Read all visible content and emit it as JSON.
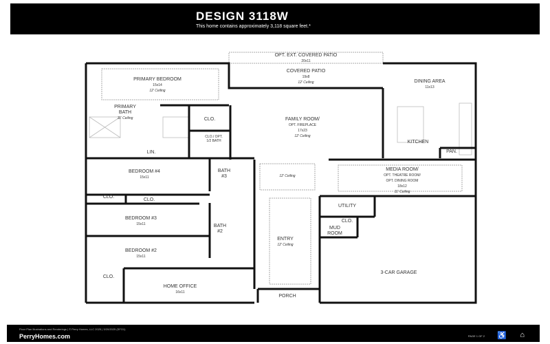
{
  "header": {
    "title": "DESIGN 3118W",
    "subtitle": "This home contains approximately 3,118 square feet.*"
  },
  "rooms": {
    "opt_patio": {
      "name": "OPT. EXT. COVERED PATIO",
      "dim": "20x11"
    },
    "covered_patio": {
      "name": "COVERED PATIO",
      "dim": "19x8",
      "ceiling": "12' Ceiling"
    },
    "primary_bedroom": {
      "name": "PRIMARY BEDROOM",
      "dim": "15x14",
      "ceiling": "12' Ceiling"
    },
    "primary_bath": {
      "name": "PRIMARY BATH",
      "ceiling": "11' Ceiling"
    },
    "dining": {
      "name": "DINING AREA",
      "dim": "11x13"
    },
    "family": {
      "name": "FAMILY ROOM/",
      "name2": "OPT. FIREPLACE",
      "dim": "17x23",
      "ceiling": "12' Ceiling"
    },
    "clo1": {
      "name": "CLO."
    },
    "clo_bath": {
      "name": "CLO./ OPT. 1/2 BATH"
    },
    "lin": {
      "name": "LIN."
    },
    "kitchen": {
      "name": "KITCHEN"
    },
    "pan": {
      "name": "PAN."
    },
    "bedroom4": {
      "name": "BEDROOM #4",
      "dim": "15x11"
    },
    "bath3": {
      "name": "BATH #3"
    },
    "foyer": {
      "ceiling": "12' Ceiling"
    },
    "media": {
      "name": "MEDIA ROOM/",
      "name2": "OPT. THEATRE ROOM/",
      "name3": "OPT. DINING ROOM",
      "dim": "18x12",
      "ceiling": "11' Ceiling"
    },
    "clo2": {
      "name": "CLO."
    },
    "clo3": {
      "name": "CLO."
    },
    "utility": {
      "name": "UTILITY"
    },
    "clo4": {
      "name": "CLO."
    },
    "mud": {
      "name": "MUD ROOM"
    },
    "bedroom3": {
      "name": "BEDROOM #3",
      "dim": "15x11"
    },
    "bath2": {
      "name": "BATH #2"
    },
    "entry": {
      "name": "ENTRY",
      "ceiling": "12' Ceiling"
    },
    "bedroom2": {
      "name": "BEDROOM #2",
      "dim": "15x11"
    },
    "garage": {
      "name": "3-CAR GARAGE"
    },
    "clo5": {
      "name": "CLO."
    },
    "office": {
      "name": "HOME OFFICE",
      "dim": "16x11"
    },
    "porch": {
      "name": "PORCH"
    }
  },
  "footer": {
    "legal": "Floor Plan Illustrations and Renderings | © Perry Homes, LLC 2025 | 3/20/2025 (SFO1)",
    "brand": "PerryHomes.com",
    "page": "PAGE 1 OF 2",
    "icons": [
      "accessibility-icon",
      "equal-housing-icon"
    ]
  }
}
